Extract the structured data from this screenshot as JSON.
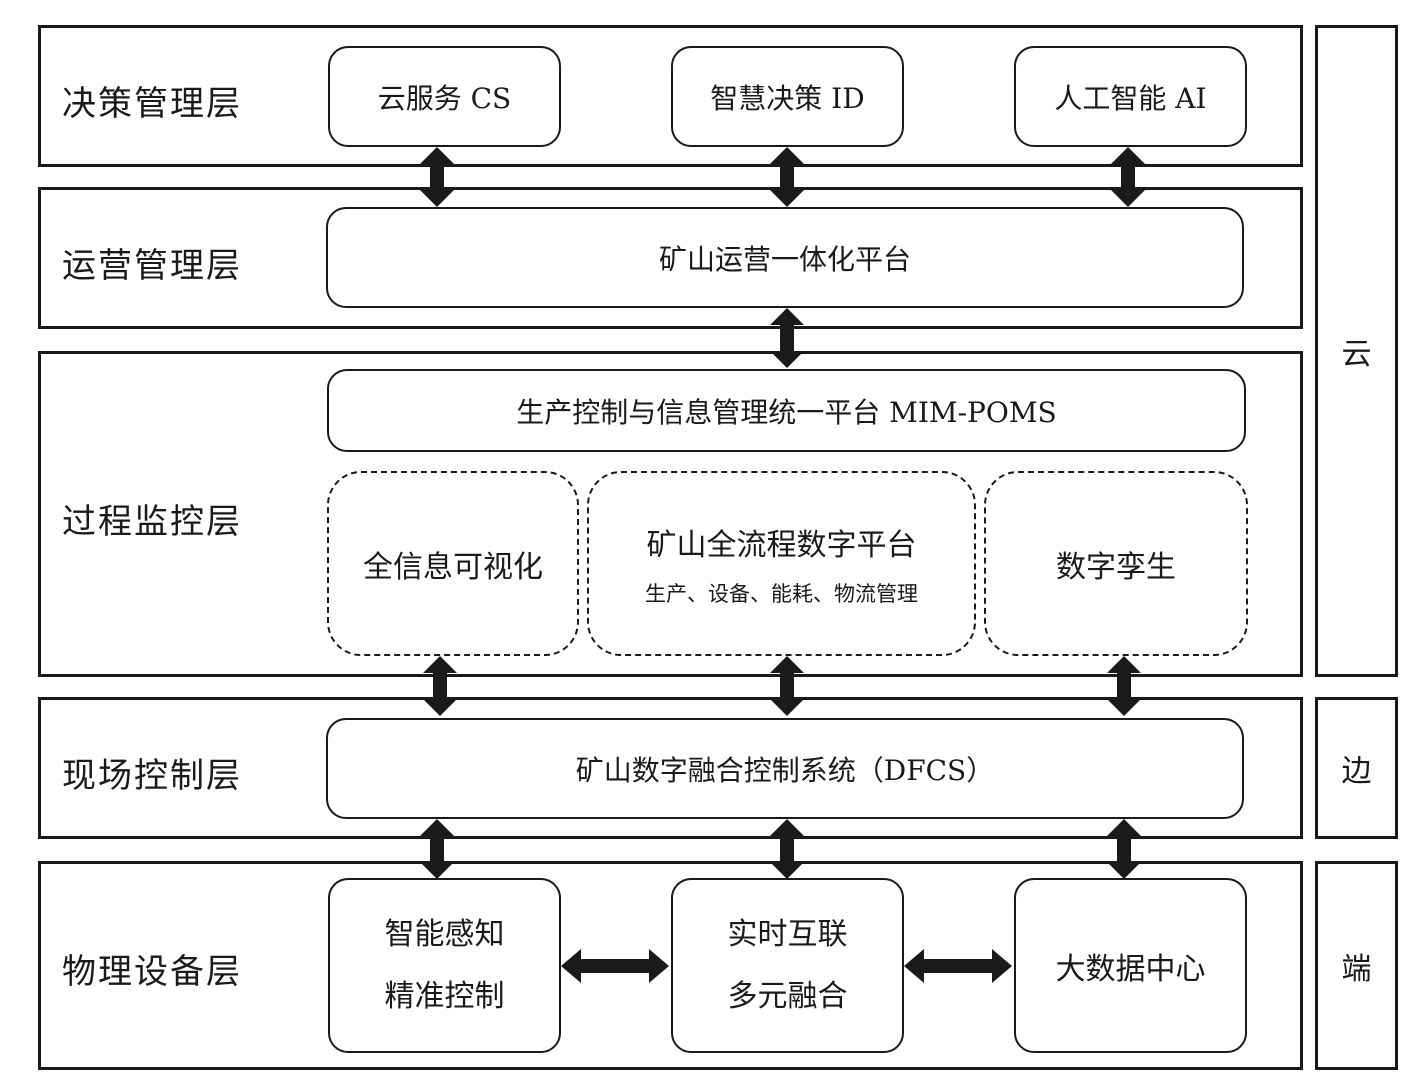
{
  "layers": {
    "decision": "决策管理层",
    "operation": "运营管理层",
    "process": "过程监控层",
    "field": "现场控制层",
    "physical": "物理设备层"
  },
  "side": {
    "cloud": "云",
    "edge": "边",
    "end": "端"
  },
  "boxes": {
    "cloud_service": "云服务 CS",
    "smart_decision": "智慧决策 ID",
    "ai": "人工智能 AI",
    "mine_ops_platform": "矿山运营一体化平台",
    "mim_poms": "生产控制与信息管理统一平台 MIM-POMS",
    "full_info_vis": "全信息可视化",
    "full_process_title": "矿山全流程数字平台",
    "full_process_sub": "生产、设备、能耗、物流管理",
    "digital_twin": "数字孪生",
    "dfcs": "矿山数字融合控制系统（DFCS）",
    "sense_line1": "智能感知",
    "sense_line2": "精准控制",
    "realtime_line1": "实时互联",
    "realtime_line2": "多元融合",
    "bigdata": "大数据中心"
  }
}
